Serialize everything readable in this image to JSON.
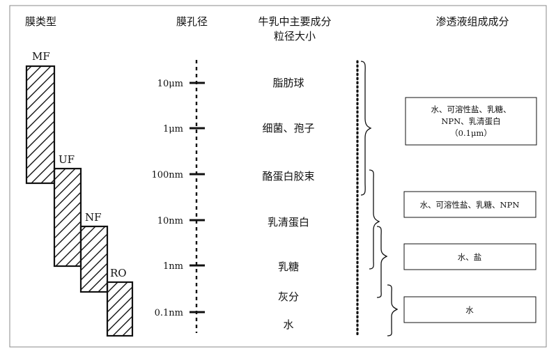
{
  "headers": {
    "membrane_type": "膜类型",
    "pore_size": "膜孔径",
    "milk_components_line1": "牛乳中主要成分",
    "milk_components_line2": "粒径大小",
    "permeate": "渗透液组成成分"
  },
  "membranes": [
    "MF",
    "UF",
    "NF",
    "RO"
  ],
  "pore_ticks": [
    "10μm",
    "1μm",
    "100nm",
    "10nm",
    "1nm",
    "0.1nm"
  ],
  "components": [
    "脂肪球",
    "细菌、孢子",
    "酪蛋白胶束",
    "乳清蛋白",
    "乳糖",
    "灰分",
    "水"
  ],
  "permeate_boxes": [
    {
      "lines": [
        "水、可溶性盐、乳糖、",
        "NPN、乳清蛋白",
        "（0.1μm）"
      ]
    },
    {
      "lines": [
        "水、可溶性盐、乳糖、NPN"
      ]
    },
    {
      "lines": [
        "水、盐"
      ]
    },
    {
      "lines": [
        "水"
      ]
    }
  ],
  "colors": {
    "line": "#111111",
    "frame": "#8a8a8a",
    "background": "#ffffff"
  }
}
